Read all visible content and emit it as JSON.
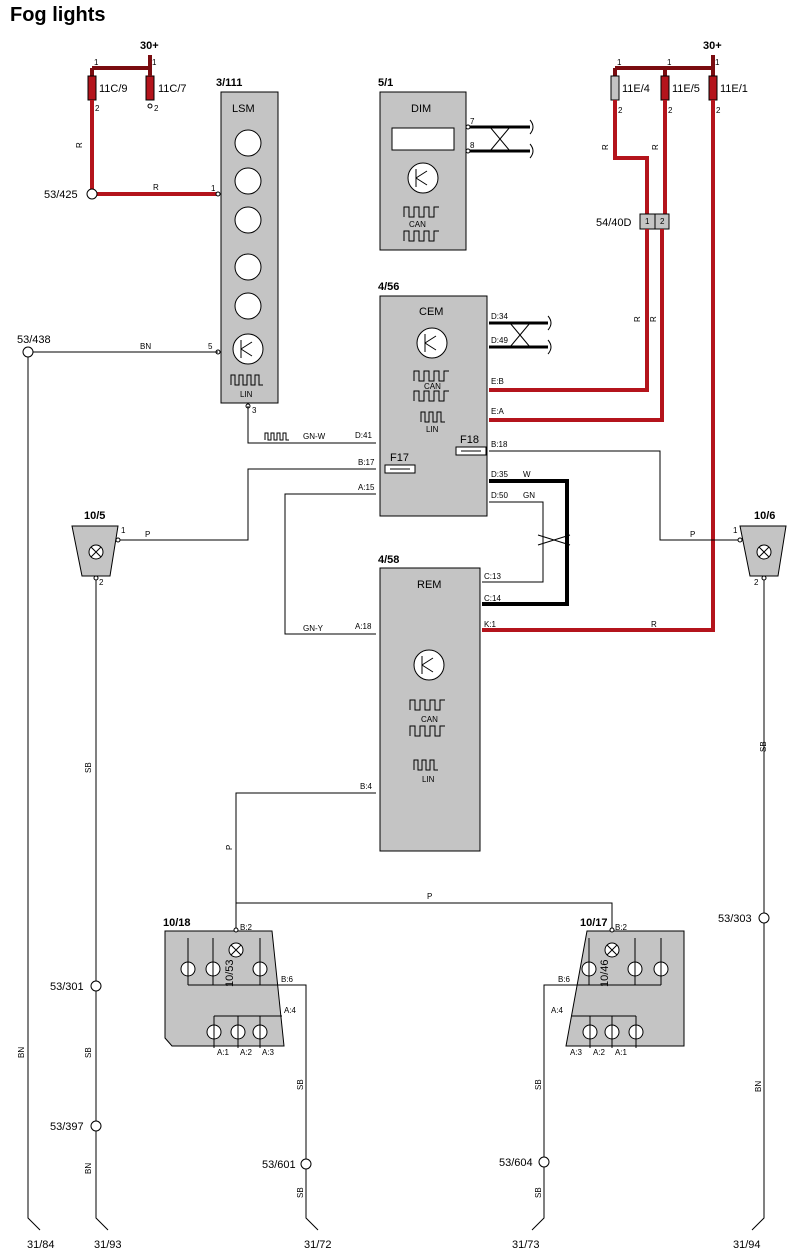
{
  "title": "Fog lights",
  "supply": {
    "left": "30+",
    "right": "30+"
  },
  "fuses": {
    "f11c9": "11C/9",
    "f11c7": "11C/7",
    "f11e4": "11E/4",
    "f11e5": "11E/5",
    "f11e1": "11E/1",
    "f17": "F17",
    "f18": "F18"
  },
  "modules": {
    "lsm": {
      "id": "3/111",
      "name": "LSM",
      "lin": "LIN"
    },
    "dim": {
      "id": "5/1",
      "name": "DIM",
      "can": "CAN"
    },
    "cem": {
      "id": "4/56",
      "name": "CEM",
      "can": "CAN",
      "lin": "LIN"
    },
    "rem": {
      "id": "4/58",
      "name": "REM",
      "can": "CAN",
      "lin": "LIN"
    }
  },
  "connector": "54/40D",
  "lamps": {
    "l105": "10/5",
    "l106": "10/6",
    "l1018": "10/18",
    "l1017": "10/17",
    "l1053": "10/53",
    "l1046": "10/46"
  },
  "splices": {
    "s425": "53/425",
    "s438": "53/438",
    "s301": "53/301",
    "s397": "53/397",
    "s601": "53/601",
    "s604": "53/604",
    "s303": "53/303"
  },
  "grounds": {
    "g84": "31/84",
    "g93": "31/93",
    "g72": "31/72",
    "g73": "31/73",
    "g94": "31/94"
  },
  "pins": {
    "one": "1",
    "two": "2",
    "three": "3",
    "five": "5",
    "seven": "7",
    "eight": "8",
    "d34": "D:34",
    "d49": "D:49",
    "eb": "E:B",
    "ea": "E:A",
    "d41": "D:41",
    "b17": "B:17",
    "a15": "A:15",
    "b18": "B:18",
    "d35": "D:35",
    "d50": "D:50",
    "c13": "C:13",
    "c14": "C:14",
    "k1": "K:1",
    "a18": "A:18",
    "b4": "B:4",
    "b2": "B:2",
    "b6": "B:6",
    "a4": "A:4",
    "a1": "A:1",
    "a2": "A:2",
    "a3": "A:3"
  },
  "wires": {
    "r": "R",
    "bn": "BN",
    "p": "P",
    "gnw": "GN-W",
    "w": "W",
    "gn": "GN",
    "gny": "GN-Y",
    "sb": "SB"
  },
  "colors": {
    "red": "#b4141c",
    "dark_red": "#7a0c10",
    "box": "#c4c4c4"
  }
}
